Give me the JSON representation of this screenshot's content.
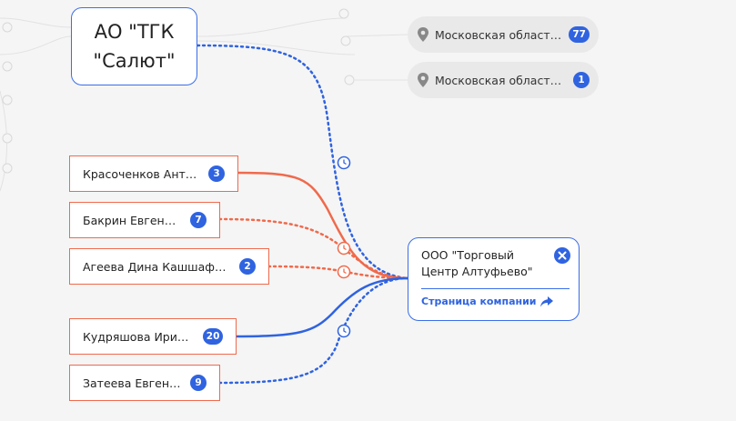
{
  "main_company": {
    "name": "АО \"ТГК \"Салют\""
  },
  "regions": [
    {
      "text": "Московская область,...",
      "count": "77"
    },
    {
      "text": "Московская область,...",
      "count": "1"
    }
  ],
  "people": [
    {
      "name": "Красоченков Антон...",
      "count": "3"
    },
    {
      "name": "Бакрин Евгений...",
      "count": "7"
    },
    {
      "name": "Агеева Дина Кашшафовна",
      "count": "2"
    },
    {
      "name": "Кудряшова Ирина...",
      "count": "20"
    },
    {
      "name": "Затеева Евгения...",
      "count": "9"
    }
  ],
  "target_company": {
    "name": "ООО \"Торговый Центр Алтуфьево\"",
    "link_label": "Страница компании"
  },
  "colors": {
    "accent_blue": "#2f63e0",
    "border_blue": "#3a6ee8",
    "link_orange": "#ef6a4c",
    "background": "#f5f5f5"
  },
  "icons": [
    "location-pin-icon",
    "clock-icon",
    "close-icon",
    "share-arrow-icon"
  ]
}
